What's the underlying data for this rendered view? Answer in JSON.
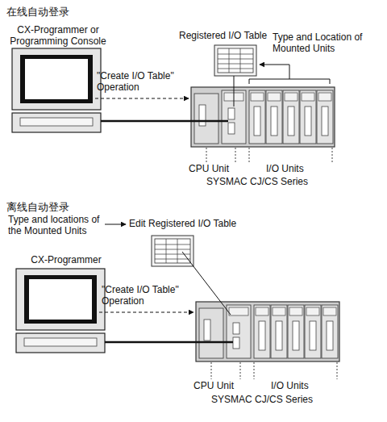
{
  "diagram": {
    "labels": [
      "在线自动登录",
      "CX-Programmer or Programming Console",
      "Registered I/O Table",
      "Type and Location of Mounted Units",
      "\"Create I/O Table\" Operation",
      "CPU Unit",
      "I/O Units",
      "SYSMAC CJ/CS Series",
      "离线自动登录",
      "Type and locations of the Mounted Units",
      "Edit Registered I/O Table",
      "CX-Programmer",
      "\"Create I/O Table\" Operation",
      "CPU Unit",
      "I/O Units",
      "SYSMAC CJ/CS Series"
    ]
  }
}
